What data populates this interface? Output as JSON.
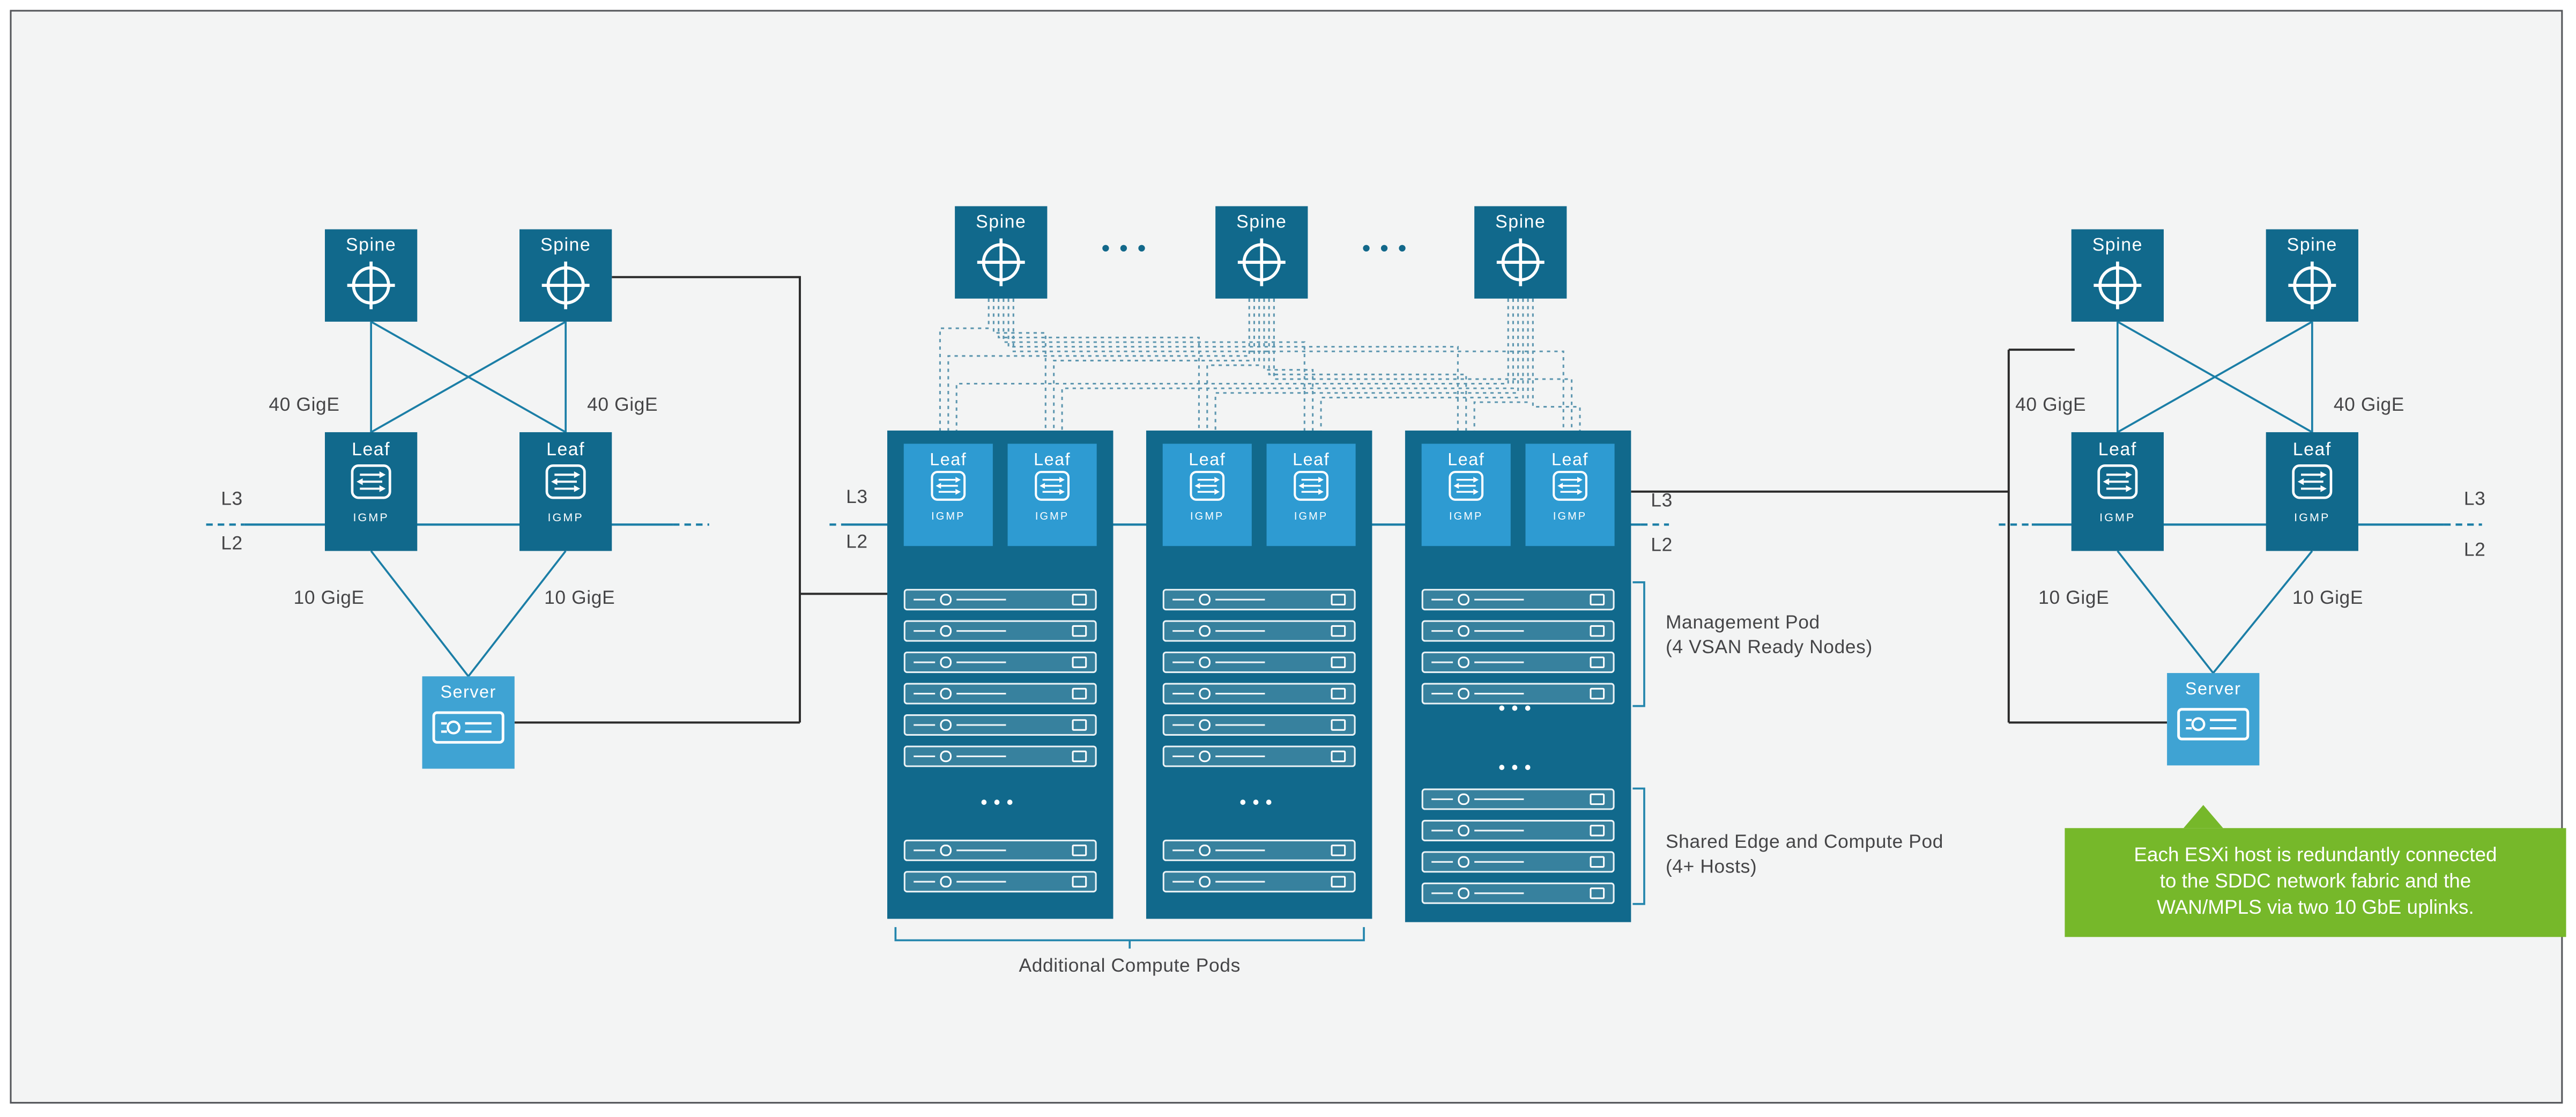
{
  "labels": {
    "spine": "Spine",
    "leaf": "Leaf",
    "igmp": "IGMP",
    "server": "Server",
    "gige40": "40 GigE",
    "gige10": "10 GigE",
    "l3": "L3",
    "l2": "L2",
    "dots": "•••"
  },
  "annotations": {
    "management_pod": {
      "line1": "Management Pod",
      "line2": "(4 VSAN Ready Nodes)"
    },
    "shared_edge_pod": {
      "line1": "Shared Edge and Compute Pod",
      "line2": "(4+ Hosts)"
    },
    "additional_pods": "Additional Compute Pods",
    "callout": {
      "lines": [
        "Each ESXi host is redundantly connected",
        "to the SDDC network fabric and the",
        "WAN/MPLS via two 10 GbE uplinks."
      ]
    }
  },
  "icons": {
    "spine": "crosshair-router-icon",
    "leaf": "switch-icon",
    "server": "server-icon"
  },
  "colors": {
    "dark_teal": "#11698c",
    "pod_leaf_blue": "#2e9bd2",
    "server_blue": "#3fa3d3",
    "line_teal": "#1b7ea6",
    "mesh_dotted_blue": "#5e97b0",
    "callout_green": "#76b82a",
    "background": "#f3f4f4",
    "text_gray": "#454547",
    "connector_black": "#2b2b2b"
  }
}
